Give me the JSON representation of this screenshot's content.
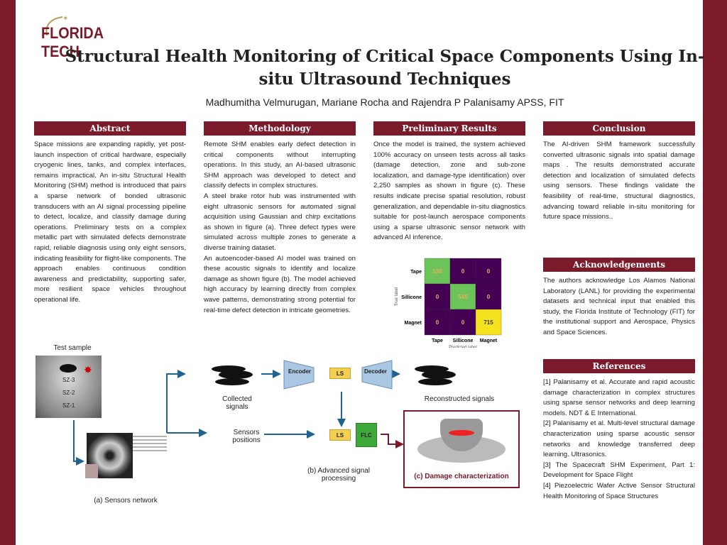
{
  "logo": "FLORIDA TECH",
  "title": "Structural Health Monitoring of Critical Space Components Using In-situ Ultrasound Techniques",
  "authors": "Madhumitha Velmurugan, Mariane Rocha and Rajendra P Palanisamy APSS, FIT",
  "abstract": {
    "heading": "Abstract",
    "text": "Space missions are expanding rapidly, yet post-launch inspection of critical hardware, especially cryogenic lines, tanks, and complex interfaces, remains impractical. An in-situ Structural Health Monitoring (SHM) method is introduced that pairs a sparse network of bonded ultrasonic transducers with an AI signal processing pipeline to detect, localize, and classify damage during operations. Preliminary tests on a complex metallic part with simulated defects demonstrate rapid, reliable diagnosis using only eight sensors, indicating feasibility for flight-like components. The approach enables continuous condition awareness and predictability, supporting safer, more resilient space vehicles throughout operational life."
  },
  "methodology": {
    "heading": "Methodology",
    "paragraphs": [
      "Remote SHM enables early defect detection in critical components without interrupting operations. In this study, an AI-based ultrasonic SHM approach was developed to detect and classify defects in complex structures.",
      "A steel brake rotor hub was instrumented with eight ultrasonic sensors for automated signal acquisition using Gaussian and chirp excitations as shown in figure (a). Three defect types were simulated across multiple zones to generate a diverse training dataset.",
      "An autoencoder-based AI model was trained on these acoustic signals to identify and localize damage as shown figure (b). The model achieved high accuracy by learning directly from complex wave patterns, demonstrating strong potential for real-time defect detection in intricate geometries."
    ]
  },
  "results": {
    "heading": "Preliminary Results",
    "text": "Once the model is trained, the system achieved 100% accuracy on unseen tests across all tasks (damage detection, zone and sub-zone localization, and damage-type identification) over 2,250 samples as shown in figure (c). These results indicate precise spatial resolution, robust generalization, and dependable in-situ diagnostics suitable for post-launch aerospace components using a sparse ultrasonic sensor network with advanced AI inference."
  },
  "chart_data": {
    "type": "heatmap",
    "title": "",
    "xlabel": "Predicted label",
    "ylabel": "True label",
    "categories": [
      "Tape",
      "Sillicone",
      "Magnet"
    ],
    "values": [
      [
        530,
        0,
        0
      ],
      [
        0,
        545,
        0
      ],
      [
        0,
        0,
        715
      ]
    ]
  },
  "conclusion": {
    "heading": "Conclusion",
    "text": "The AI-driven SHM framework successfully converted ultrasonic signals into spatial damage maps . The results demonstrated accurate detection and localization of simulated defects using sensors. These findings validate the feasibility of real-time, structural diagnostics, advancing toward reliable in-situ monitoring for future space missions.."
  },
  "acknowledgements": {
    "heading": "Acknowledgements",
    "text": "The authors acknowledge Los Alamos National Laboratory (LANL) for providing the experimental datasets and technical input that enabled this study, the Florida Institute of Technology (FIT) for the institutional support and Aerospace, Physics and Space Sciences."
  },
  "references": {
    "heading": "References",
    "items": [
      "[1] Palanisamy et al. Accurate and rapid acoustic damage characterization in complex structures using sparse sensor networks and deep learning models. NDT & E International.",
      "[2] Palanisamy et al. Multi-level structural damage characterization using sparse acoustic sensor networks and knowledge transferred deep learning. Ultrasonics.",
      "[3] The Spacecraft SHM Experiment, Part 1: Development for Space Flight",
      "[4] Piezoelectric Wafer Active Sensor Structural Health Monitoring of Space Structures"
    ]
  },
  "figure": {
    "test_sample": "Test sample",
    "zones": [
      "SZ-3",
      "SZ-2",
      "SZ-1"
    ],
    "sensors_network": "(a) Sensors network",
    "collected": "Collected signals",
    "sensors_positions": "Sensors positions",
    "encoder": "Encoder",
    "ls": "LS",
    "decoder": "Decoder",
    "reconstructed": "Reconstructed signals",
    "flc": "FLC",
    "advanced": "(b) Advanced signal processing",
    "damage": "(c) Damage characterization"
  }
}
